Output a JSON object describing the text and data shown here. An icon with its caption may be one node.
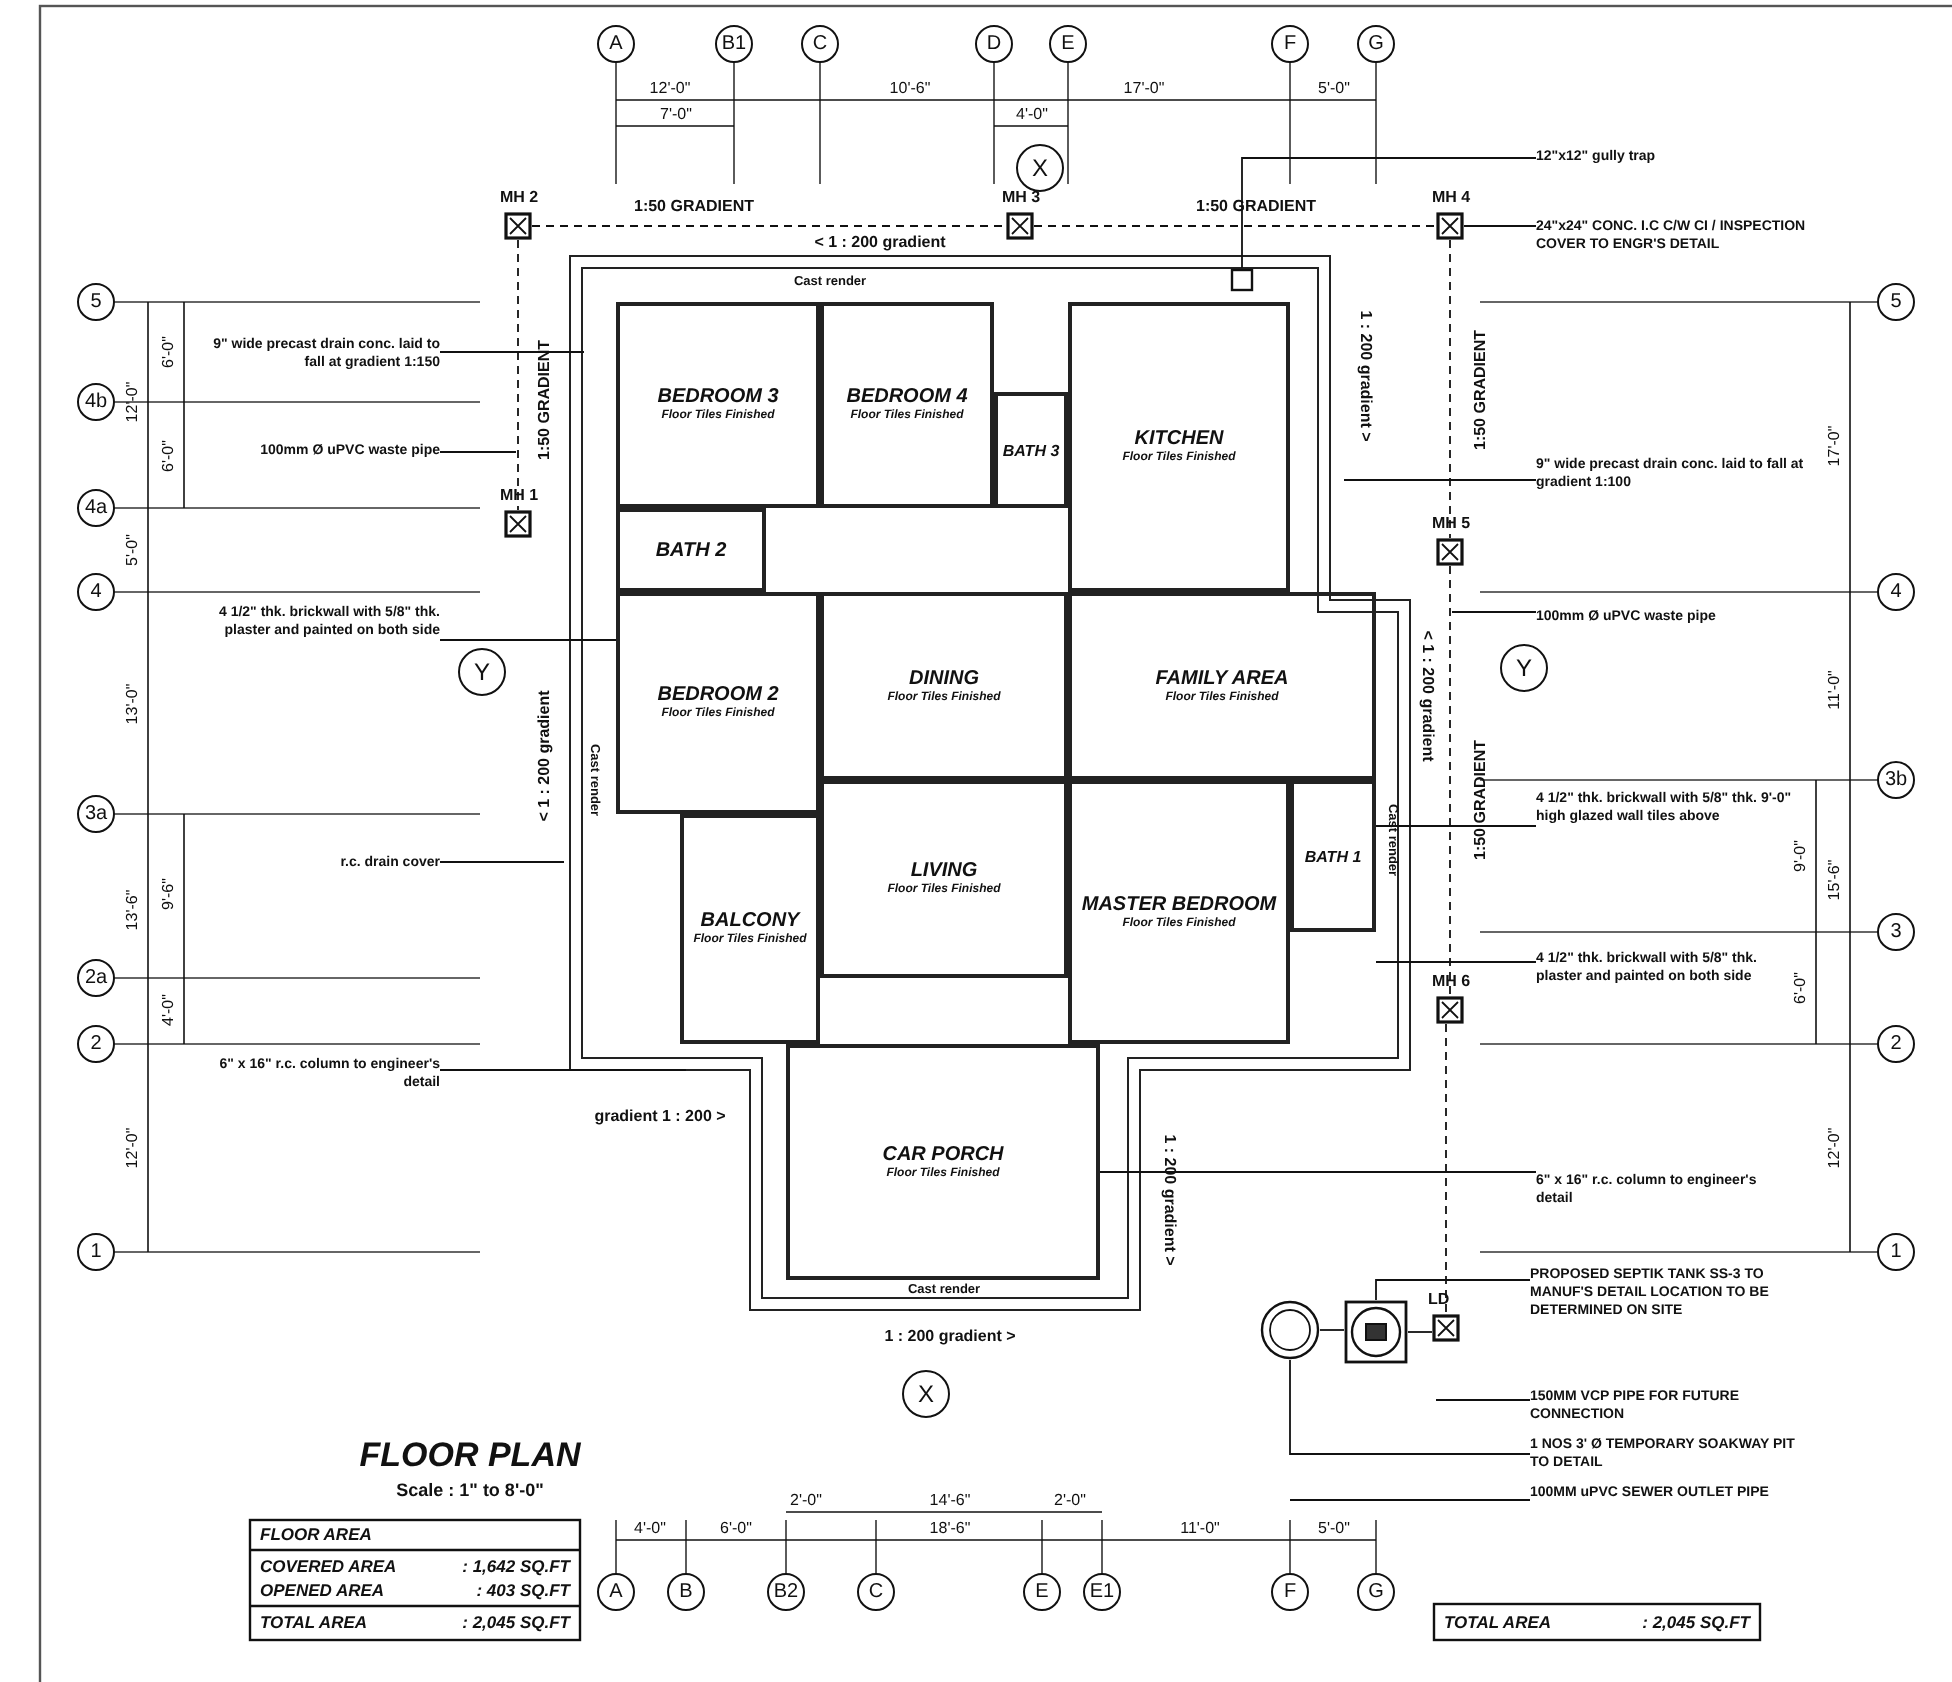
{
  "diagram": {
    "nodes": [
      {
        "text": [
          "BEDROOM 3",
          "Floor Tiles Finished"
        ]
      },
      {
        "text": [
          "BEDROOM 4",
          "Floor Tiles Finished"
        ]
      },
      {
        "text": [
          "KITCHEN",
          "Floor Tiles Finished"
        ]
      },
      {
        "text": [
          "BATH 2"
        ]
      },
      {
        "text": [
          "BATH 3"
        ]
      },
      {
        "text": [
          "BEDROOM 2",
          "Floor Tiles Finished"
        ]
      },
      {
        "text": [
          "DINING",
          "Floor Tiles Finished"
        ]
      },
      {
        "text": [
          "FAMILY AREA",
          "Floor Tiles Finished"
        ]
      },
      {
        "text": [
          "LIVING",
          "Floor Tiles Finished"
        ]
      },
      {
        "text": [
          "BALCONY",
          "Floor Tiles Finished"
        ]
      },
      {
        "text": [
          "MASTER BEDROOM",
          "Floor Tiles Finished"
        ]
      },
      {
        "text": [
          "BATH 1"
        ]
      },
      {
        "text": [
          "CAR PORCH",
          "Floor Tiles Finished"
        ]
      },
      {
        "text": [
          "9\" wide precast drain conc. laid to fall at gradient 1:150"
        ]
      },
      {
        "text": [
          "100mm Ø uPVC waste pipe"
        ]
      },
      {
        "text": [
          "4 1/2\" thk. brickwall with 5/8\" thk. plaster and painted on both side"
        ]
      },
      {
        "text": [
          "r.c. drain cover"
        ]
      },
      {
        "text": [
          "6\" x 16\" r.c. column to engineer's detail"
        ]
      },
      {
        "text": [
          "12\"x12\" gully trap"
        ]
      },
      {
        "text": [
          "24\"x24\" CONC. I.C C/W CI / INSPECTION COVER TO ENGR'S DETAIL"
        ]
      },
      {
        "text": [
          "9\" wide precast drain conc. laid to fall at gradient 1:100"
        ]
      },
      {
        "text": [
          "100mm Ø uPVC waste pipe"
        ]
      },
      {
        "text": [
          "4 1/2\" thk. brickwall with 5/8\" thk. 9'-0\" high glazed wall tiles above"
        ]
      },
      {
        "text": [
          "4 1/2\" thk. brickwall with 5/8\" thk. plaster and painted on both side"
        ]
      },
      {
        "text": [
          "6\" x 16\" r.c. column to engineer's detail"
        ]
      },
      {
        "text": [
          "PROPOSED SEPTIK TANK SS-3 TO MANUF'S DETAIL LOCATION TO BE DETERMINED ON SITE"
        ]
      },
      {
        "text": [
          "150MM VCP PIPE FOR FUTURE CONNECTION"
        ]
      },
      {
        "text": [
          "1 NOS 3' Ø TEMPORARY SOAKWAY PIT TO DETAIL"
        ]
      },
      {
        "text": [
          "100MM uPVC SEWER OUTLET PIPE"
        ]
      },
      {
        "text": [
          "MH 1"
        ]
      },
      {
        "text": [
          "MH 2"
        ]
      },
      {
        "text": [
          "MH 3"
        ]
      },
      {
        "text": [
          "MH 4"
        ]
      },
      {
        "text": [
          "MH 5"
        ]
      },
      {
        "text": [
          "MH 6"
        ]
      },
      {
        "text": [
          "LD"
        ]
      },
      {
        "text": [],
        "shape": "circle"
      },
      {
        "text": [],
        "shape": "box"
      },
      {
        "text": [],
        "shape": "box"
      }
    ],
    "edges": [
      {
        "from": 13,
        "to": null,
        "arrow": "none"
      },
      {
        "from": 14,
        "to": null,
        "arrow": "none"
      },
      {
        "from": 15,
        "to": 5,
        "arrow": "none"
      },
      {
        "from": 16,
        "to": null,
        "arrow": "none"
      },
      {
        "from": 17,
        "to": null,
        "arrow": "none"
      },
      {
        "from": 18,
        "to": 38,
        "arrow": "none"
      },
      {
        "from": 19,
        "to": 32,
        "arrow": "none"
      },
      {
        "from": 20,
        "to": null,
        "arrow": "none"
      },
      {
        "from": 21,
        "to": null,
        "arrow": "none"
      },
      {
        "from": 22,
        "to": 11,
        "arrow": "none"
      },
      {
        "from": 23,
        "to": null,
        "arrow": "none"
      },
      {
        "from": 24,
        "to": 12,
        "arrow": "none"
      },
      {
        "from": 25,
        "to": 37,
        "arrow": "none"
      },
      {
        "from": 26,
        "to": null,
        "arrow": "none"
      },
      {
        "from": 27,
        "to": 36,
        "arrow": "none"
      },
      {
        "from": 28,
        "to": null,
        "arrow": "none"
      },
      {
        "from": 30,
        "to": 29,
        "arrow": "none",
        "style": "dashed"
      },
      {
        "from": 30,
        "to": 31,
        "arrow": "none",
        "style": "dashed"
      },
      {
        "from": 31,
        "to": 32,
        "arrow": "none",
        "style": "dashed"
      },
      {
        "from": 32,
        "to": 33,
        "arrow": "none",
        "style": "dashed"
      },
      {
        "from": 33,
        "to": 34,
        "arrow": "none",
        "style": "dashed"
      },
      {
        "from": 34,
        "to": 35,
        "arrow": "none",
        "style": "dashed"
      },
      {
        "from": 35,
        "to": 37,
        "arrow": "none"
      },
      {
        "from": 37,
        "to": 36,
        "arrow": "none"
      }
    ],
    "labels": [
      "A",
      "B1",
      "C",
      "D",
      "E",
      "F",
      "G",
      "12'-0\"",
      "10'-6\"",
      "17'-0\"",
      "5'-0\"",
      "7'-0\"",
      "4'-0\"",
      "X",
      "1:50 GRADIENT",
      "< 1 : 200 gradient",
      "1:50 GRADIENT",
      "Cast render",
      "5",
      "5",
      "1:50 GRADIENT",
      "1 : 200 gradient >",
      "1:50 GRADIENT",
      "4b",
      "12'-0\"",
      "6'-0\"",
      "6'-0\"",
      "17'-0\"",
      "4a",
      "5'-0\"",
      "4",
      "4",
      "Y",
      "Y",
      "13'-0\"",
      "11'-0\"",
      "< 1 : 200 gradient",
      "< 1 : 200 gradient",
      "1:50 GRADIENT",
      "Cast render",
      "Cast render",
      "3b",
      "3a",
      "13'-6\"",
      "9'-6\"",
      "15'-6\"",
      "9'-0\"",
      "3",
      "2a",
      "4'-0\"",
      "6'-0\"",
      "2",
      "2",
      "gradient 1 : 200 >",
      "12'-0\"",
      "12'-0\"",
      "1 : 200 gradient >",
      "1",
      "1",
      "Cast render",
      "1 : 200 gradient >",
      "X",
      "FLOOR PLAN",
      "Scale : 1\" to 8'-0\"",
      "2'-0\"",
      "14'-6\"",
      "2'-0\"",
      "4'-0\"",
      "6'-0\"",
      "18'-6\"",
      "11'-0\"",
      "5'-0\"",
      "FLOOR AREA",
      "COVERED AREA",
      ": 1,642 SQ.FT",
      "OPENED AREA",
      ": 403 SQ.FT",
      "TOTAL AREA",
      ": 2,045 SQ.FT",
      "A",
      "B",
      "B2",
      "C",
      "E",
      "E1",
      "F",
      "G",
      "TOTAL AREA",
      ": 2,045 SQ.FT"
    ]
  }
}
